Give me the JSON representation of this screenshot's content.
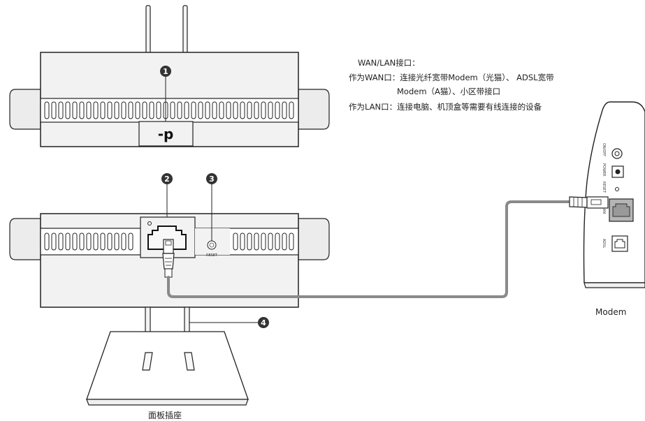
{
  "notes": {
    "heading": "WAN/LAN接口：",
    "line1": "作为WAN口：连接光纤宽带Modem（光猫）、 ADSL宽带",
    "line2": "Modem（A猫）、小区带接口",
    "line3": "作为LAN口：连接电脑、机顶盒等需要有线连接的设备"
  },
  "callouts": [
    "1",
    "2",
    "3",
    "4"
  ],
  "device": {
    "logo": "-p",
    "reset_label": "RESET"
  },
  "modem": {
    "label": "Modem",
    "ports": [
      "ON/OFF",
      "POWER",
      "RESET",
      "LAN",
      "ADSL"
    ]
  },
  "stand_label": "面板插座",
  "colors": {
    "callout": "#333333",
    "body": "#f2f2f2",
    "stroke": "#222222",
    "cable": "#8a8a8a"
  }
}
